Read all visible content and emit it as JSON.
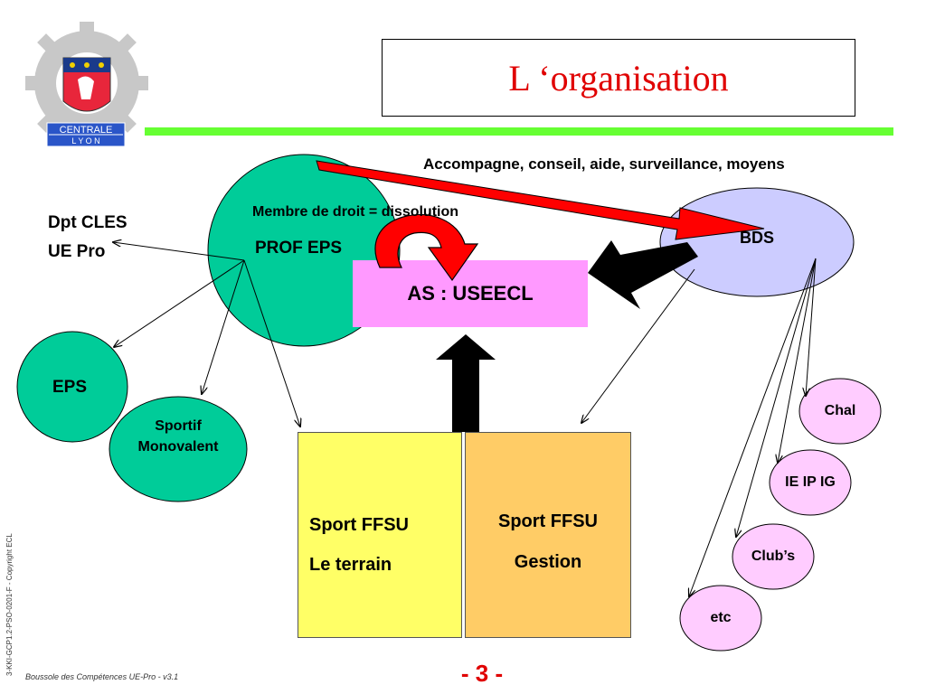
{
  "title": "L ‘organisation",
  "logo": {
    "line1": "CENTRALE",
    "line2": "L Y O N"
  },
  "colors": {
    "title": "#e00000",
    "green_bar": "#66ff33",
    "circle_green": "#00cc99",
    "bds": "#ccccff",
    "as_box": "#ff99ff",
    "box_yellow": "#ffff66",
    "box_orange": "#ffcc66",
    "pink": "#ffccff",
    "red_arrow": "#ff0000"
  },
  "nodes": {
    "dpt_cles": {
      "line1": "Dpt CLES",
      "line2": "UE Pro"
    },
    "prof_eps": "PROF EPS",
    "membre": "Membre de droit = dissolution",
    "accompagne": "Accompagne, conseil, aide, surveillance, moyens",
    "bds": "BDS",
    "as": "AS : USEECL",
    "eps": "EPS",
    "sportif": {
      "line1": "Sportif",
      "line2": "Monovalent"
    },
    "sport_terrain": {
      "line1": "Sport FFSU",
      "line2": "Le terrain"
    },
    "sport_gestion": {
      "line1": "Sport FFSU",
      "line2": "Gestion"
    },
    "chal": "Chal",
    "ieipig": "IE IP IG",
    "clubs": "Club’s",
    "etc": "etc"
  },
  "footer": {
    "left": "Boussole des Compétences UE-Pro - v3.1",
    "side": "3-KKI-GCP1.2-PSO-0201-F - Copyright ECL",
    "page": "- 3 -"
  }
}
